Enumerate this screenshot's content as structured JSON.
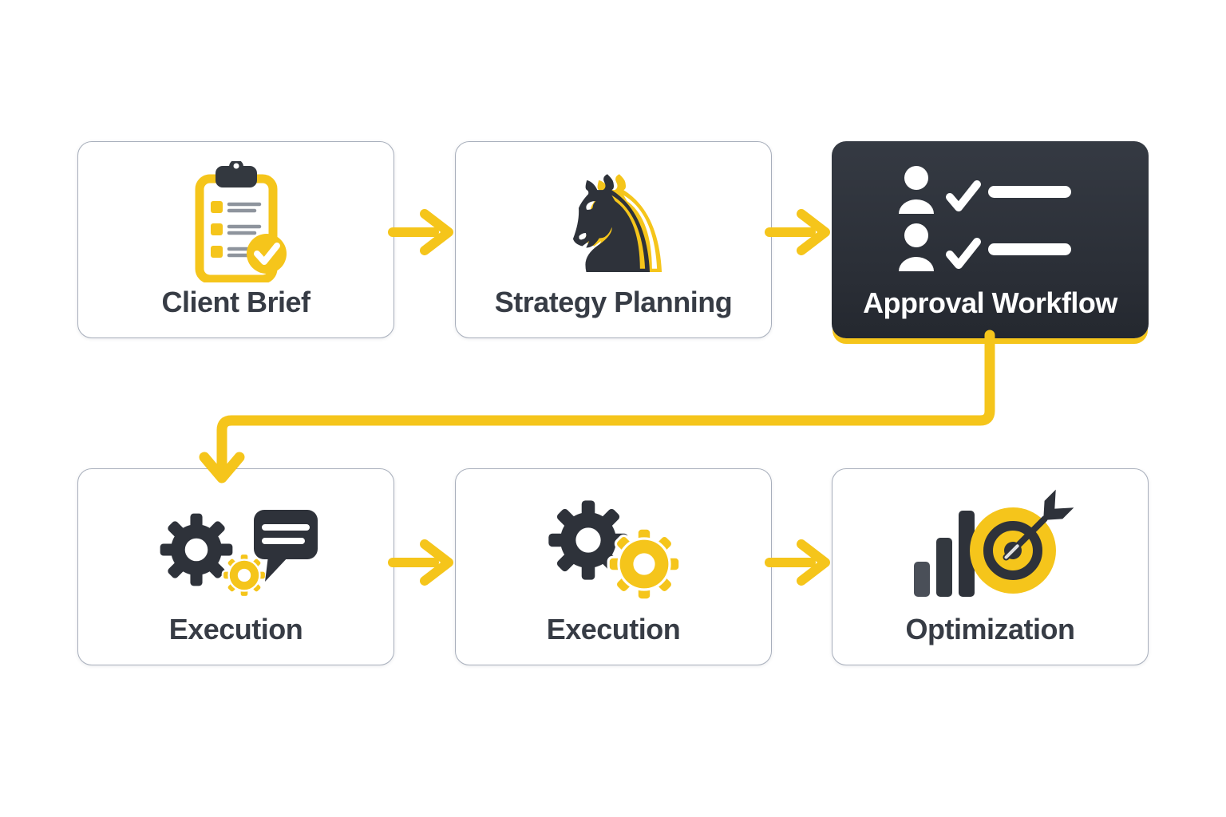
{
  "diagram": {
    "background": "#FFFFFF",
    "accent_color": "#F5C51B",
    "dark_color": "#2E323A",
    "box_border_color": "#A7AEBB",
    "label_color": "#373C45",
    "nodes": [
      {
        "id": "client-brief",
        "label": "Client Brief",
        "icon": "clipboard-check-icon",
        "variant": "light"
      },
      {
        "id": "strategy-planning",
        "label": "Strategy Planning",
        "icon": "chess-knight-icon",
        "variant": "light"
      },
      {
        "id": "approval-workflow",
        "label": "Approval Workflow",
        "icon": "people-approval-list-icon",
        "variant": "dark"
      },
      {
        "id": "execution-1",
        "label": "Execution",
        "icon": "gears-chat-icon",
        "variant": "light"
      },
      {
        "id": "execution-2",
        "label": "Execution",
        "icon": "gears-icon",
        "variant": "light"
      },
      {
        "id": "optimization",
        "label": "Optimization",
        "icon": "chart-target-icon",
        "variant": "light"
      }
    ],
    "icons": {
      "knight_glyph": "♞"
    },
    "connections": [
      {
        "from": "client-brief",
        "to": "strategy-planning",
        "type": "arrow-right"
      },
      {
        "from": "strategy-planning",
        "to": "approval-workflow",
        "type": "arrow-right"
      },
      {
        "from": "approval-workflow",
        "to": "execution-1",
        "type": "elbow-down-left"
      },
      {
        "from": "execution-1",
        "to": "execution-2",
        "type": "arrow-right"
      },
      {
        "from": "execution-2",
        "to": "optimization",
        "type": "arrow-right"
      }
    ]
  }
}
